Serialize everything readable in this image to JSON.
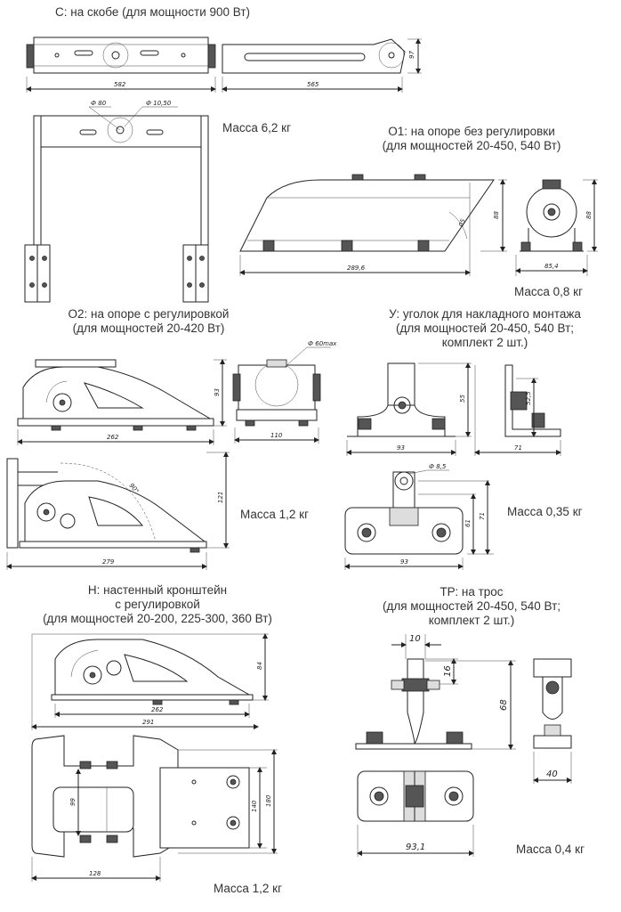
{
  "titles": {
    "c": "С: на скобе (для мощности 900 Вт)",
    "o1": "О1: на опоре без регулировки\n(для мощностей 20-450, 540 Вт)",
    "o2": "О2: на опоре с регулировкой\n(для мощностей 20-420 Вт)",
    "u": "У: уголок для накладного монтажа\n(для мощностей 20-450, 540 Вт;\nкомплект 2 шт.)",
    "n": "Н: настенный кронштейн\nс регулировкой\n(для мощностей 20-200, 225-300, 360 Вт)",
    "tr": "ТР: на трос\n(для мощностей 20-450, 540 Вт;\nкомплект 2 шт.)"
  },
  "masses": {
    "c": "Масса 6,2 кг",
    "o1": "Масса 0,8 кг",
    "o2": "Масса 1,2 кг",
    "u": "Масса 0,35 кг",
    "n": "Масса 1,2 кг",
    "tr": "Масса 0,4 кг"
  },
  "dimensions": {
    "c_582": "582",
    "c_565": "565",
    "c_97": "97",
    "c_d80": "Ф 80",
    "c_d1050": "Ф 10,50",
    "o1_2896": "289,6",
    "o1_88a": "88",
    "o1_05": "05",
    "o1_88b": "88",
    "o1_854": "85,4",
    "o2_93": "93",
    "o2_262": "262",
    "o2_d60": "Ф 60max",
    "o2_110": "110",
    "o2_121": "121",
    "o2_90": "90°",
    "o2_279": "279",
    "u_55": "55",
    "u_525": "52,5",
    "u_93a": "93",
    "u_71a": "71",
    "u_d85": "Ф 8,5",
    "u_61": "61",
    "u_71b": "71",
    "u_93b": "93",
    "n_84": "84",
    "n_262": "262",
    "n_291": "291",
    "n_99": "99",
    "n_140": "140",
    "n_180": "180",
    "n_128": "128",
    "tr_10": "10",
    "tr_16": "16",
    "tr_68": "68",
    "tr_40": "40",
    "tr_931": "93,1"
  }
}
